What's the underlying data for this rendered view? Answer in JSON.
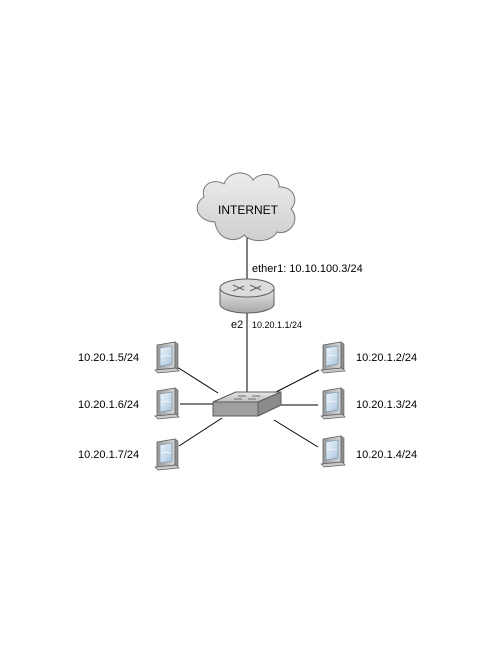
{
  "cloud": {
    "label": "INTERNET",
    "icon": "cloud-icon"
  },
  "router": {
    "icon": "router-icon",
    "wan_label": "ether1: 10.10.100.3/24",
    "lan_port_label": "e2",
    "lan_ip_label": "10.20.1.1/24"
  },
  "switch": {
    "icon": "switch-icon"
  },
  "hosts": [
    {
      "label": "10.20.1.5/24",
      "icon": "computer-icon"
    },
    {
      "label": "10.20.1.6/24",
      "icon": "computer-icon"
    },
    {
      "label": "10.20.1.7/24",
      "icon": "computer-icon"
    },
    {
      "label": "10.20.1.2/24",
      "icon": "computer-icon"
    },
    {
      "label": "10.20.1.3/24",
      "icon": "computer-icon"
    },
    {
      "label": "10.20.1.4/24",
      "icon": "computer-icon"
    }
  ],
  "colors": {
    "line": "#000000",
    "cloud_fill": "#d9d9d9",
    "device_fill": "#cccccc",
    "screen_fill": "#bcd4e8"
  }
}
